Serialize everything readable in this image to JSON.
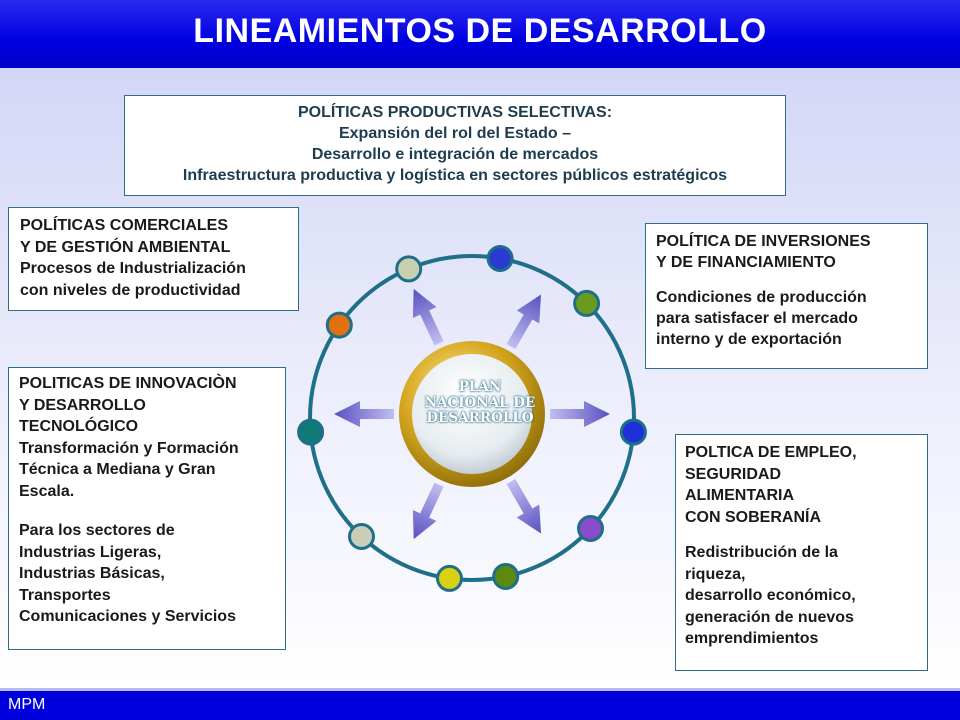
{
  "header": {
    "title": "LINEAMIENTOS DE DESARROLLO"
  },
  "footer": {
    "label": "MPM"
  },
  "center": {
    "lines": [
      "PLAN",
      "NACIONAL DE",
      "DESARROLLO"
    ]
  },
  "boxes": {
    "top": {
      "lines": [
        "POLÍTICAS PRODUCTIVAS SELECTIVAS:",
        "Expansión del rol del Estado –",
        "Desarrollo e integración de mercados",
        "Infraestructura productiva y logística  en sectores públicos estratégicos"
      ]
    },
    "commercial": {
      "lines": [
        "POLÍTICAS COMERCIALES",
        "Y DE GESTIÓN AMBIENTAL",
        "Procesos de Industrialización",
        "con niveles de productividad"
      ]
    },
    "innovation": {
      "lines": [
        "POLITICAS DE INNOVACIÒN",
        "Y DESARROLLO",
        "TECNOLÓGICO",
        "Transformación y Formación",
        "Técnica a Mediana y Gran",
        "Escala."
      ],
      "lines2": [
        "Para los sectores de",
        "Industrias Ligeras,",
        "Industrias Básicas,",
        "Transportes",
        "Comunicaciones y Servicios"
      ]
    },
    "investment": {
      "lines": [
        "POLÍTICA DE INVERSIONES",
        "Y DE FINANCIAMIENTO"
      ],
      "lines2": [
        "Condiciones de producción",
        "para satisfacer el mercado",
        "interno y de exportación"
      ]
    },
    "employment": {
      "lines": [
        "POLTICA DE EMPLEO,",
        "SEGURIDAD",
        "ALIMENTARIA",
        "CON SOBERANÍA"
      ],
      "lines2": [
        "Redistribución de la",
        "riqueza,",
        "desarrollo económico,",
        "generación de nuevos",
        "emprendimientos"
      ]
    }
  },
  "colors": {
    "header_blue": "#0000e0",
    "ring": "#1f6f8b",
    "box_border": "#2d6e8a",
    "arrow": "#6a64c8",
    "center_gold": "#c9a020",
    "nodes": [
      "#2a3cd0",
      "#6a9a1e",
      "#2030d8",
      "#8a4cc8",
      "#5c8a10",
      "#d8d010",
      "#c8ceb8",
      "#107a78",
      "#e07010",
      "#c8d0b0"
    ]
  }
}
